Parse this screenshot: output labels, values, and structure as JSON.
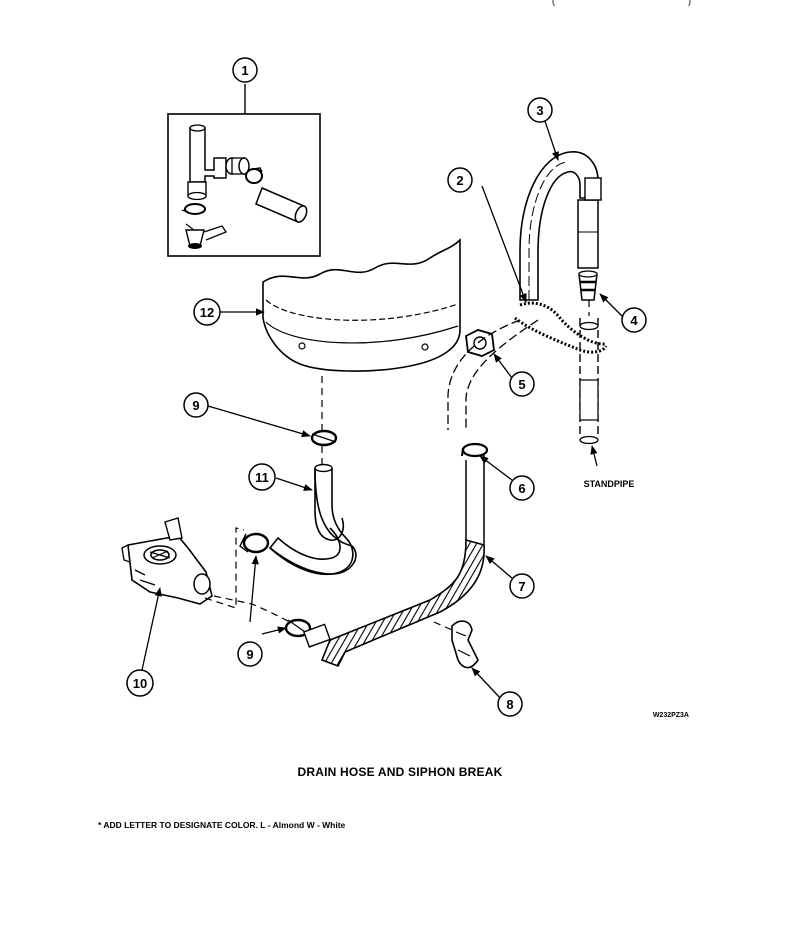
{
  "diagram": {
    "title": "DRAIN HOSE AND SIPHON BREAK",
    "footnote": "* ADD LETTER TO DESIGNATE COLOR.  L - Almond  W - White",
    "drawing_code": "W232PZ3A",
    "standpipe_label": "STANDPIPE",
    "top_marks": [
      "(",
      ")"
    ],
    "callouts": [
      {
        "id": "c1",
        "number": "1"
      },
      {
        "id": "c2",
        "number": "2"
      },
      {
        "id": "c3",
        "number": "3"
      },
      {
        "id": "c4",
        "number": "4"
      },
      {
        "id": "c5",
        "number": "5"
      },
      {
        "id": "c6",
        "number": "6"
      },
      {
        "id": "c7",
        "number": "7"
      },
      {
        "id": "c8",
        "number": "8"
      },
      {
        "id": "c9a",
        "number": "9"
      },
      {
        "id": "c9b",
        "number": "9"
      },
      {
        "id": "c10",
        "number": "10"
      },
      {
        "id": "c11",
        "number": "11"
      },
      {
        "id": "c12",
        "number": "12"
      }
    ]
  }
}
